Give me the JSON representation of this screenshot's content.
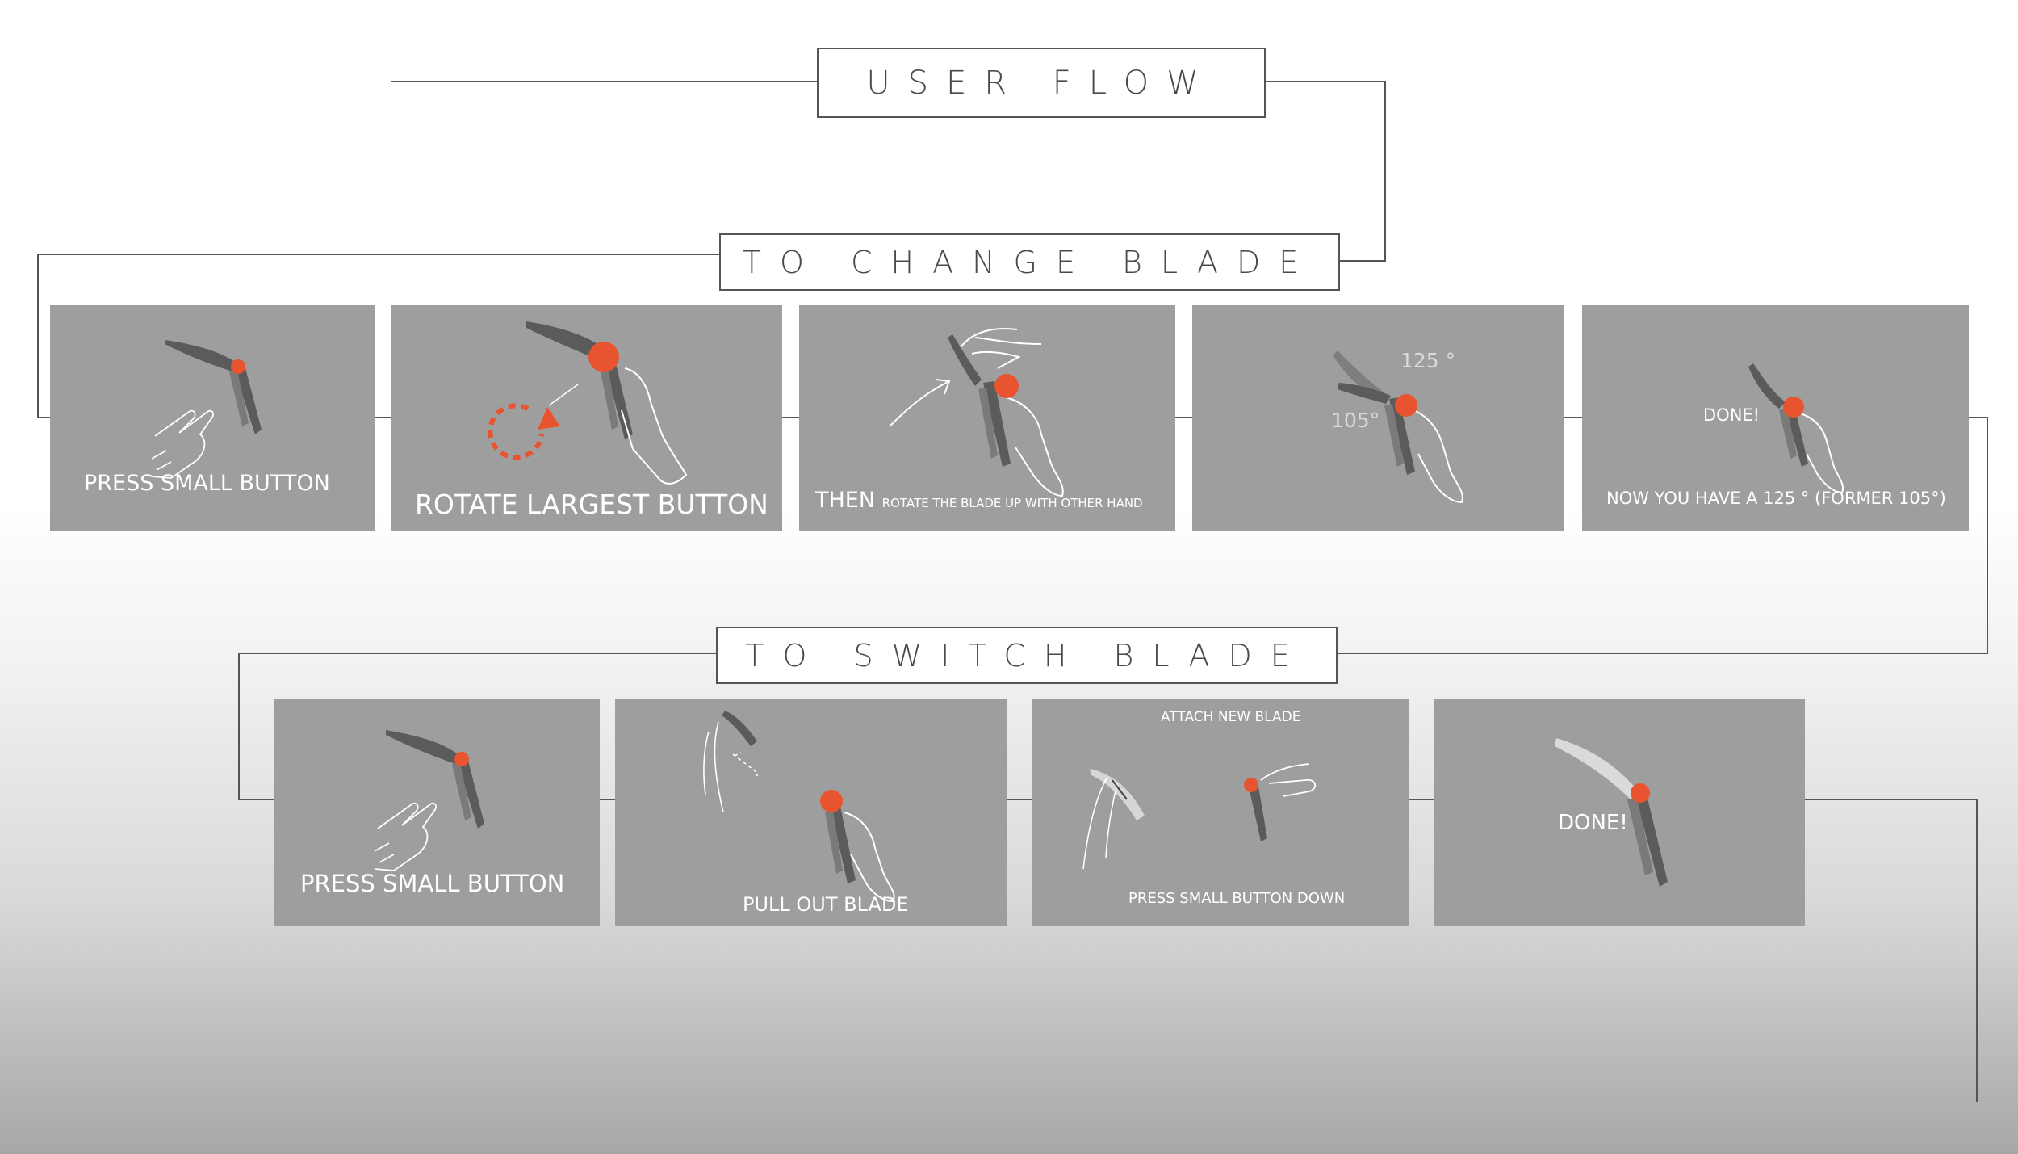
{
  "titles": {
    "user_flow": "USER FLOW",
    "change_blade": "TO CHANGE BLADE",
    "switch_blade": "TO SWITCH BLADE"
  },
  "change_steps": [
    {
      "caption": "PRESS SMALL BUTTON"
    },
    {
      "caption": "ROTATE LARGEST BUTTON"
    },
    {
      "caption_big": "THEN",
      "caption_small": "ROTATE THE BLADE UP WITH OTHER HAND"
    },
    {
      "angle_upper": "125 °",
      "angle_lower": "105°"
    },
    {
      "label": "DONE!",
      "caption": "NOW YOU HAVE A 125 ° (FORMER 105°)"
    }
  ],
  "switch_steps": [
    {
      "caption": "PRESS SMALL BUTTON"
    },
    {
      "caption": "PULL OUT BLADE"
    },
    {
      "top_caption": "ATTACH NEW BLADE",
      "caption": "PRESS SMALL BUTTON DOWN"
    },
    {
      "label": "DONE!"
    }
  ],
  "colors": {
    "panel": "#9e9e9e",
    "accent": "#e8542f",
    "knife": "#5a5a5a",
    "line": "#555555"
  }
}
